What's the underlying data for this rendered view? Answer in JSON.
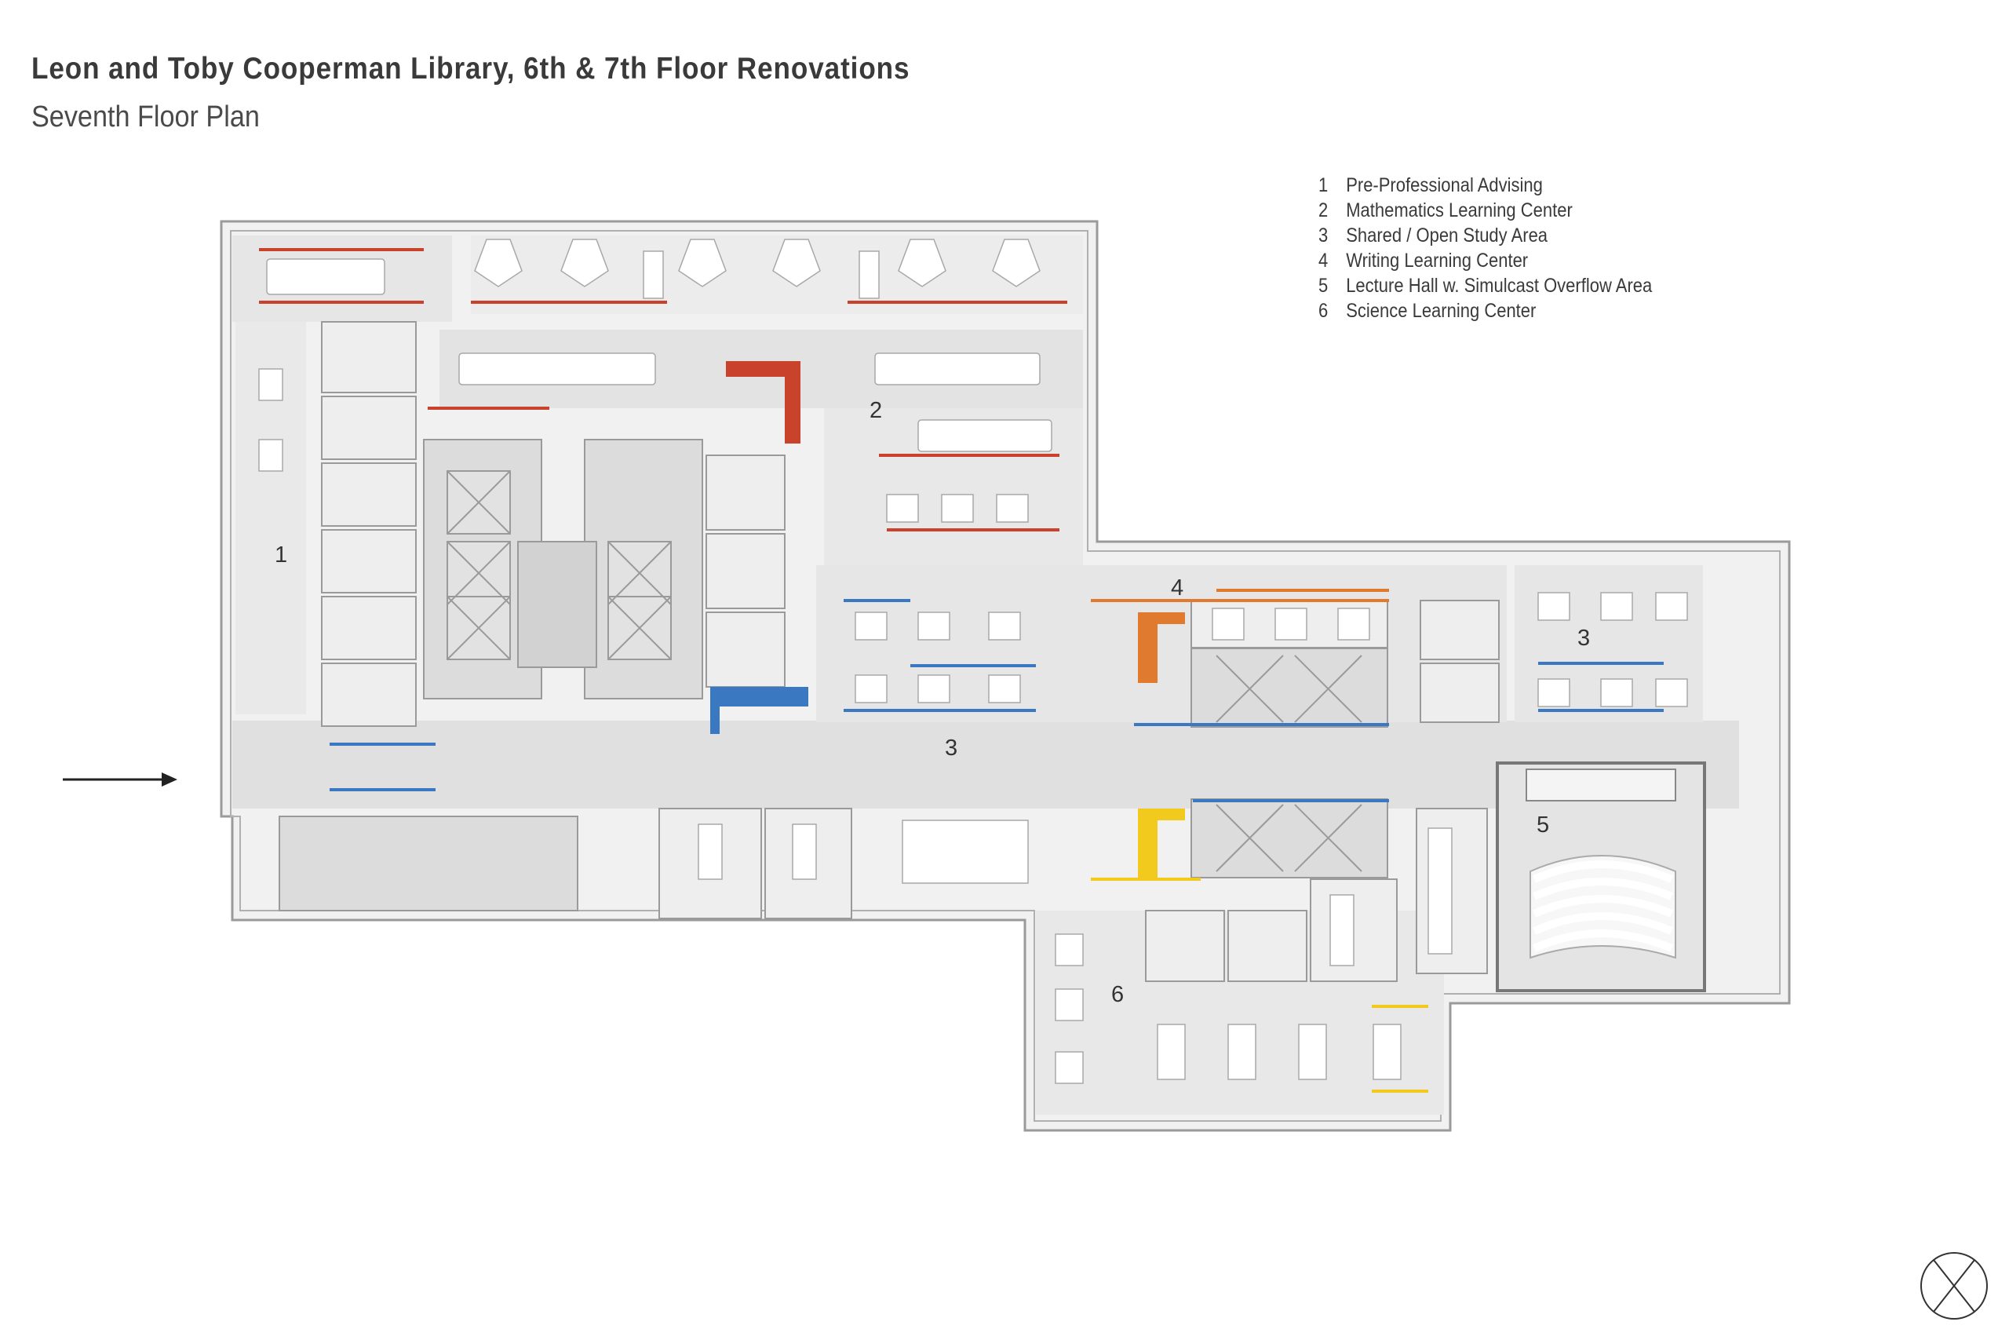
{
  "header": {
    "title": "Leon and Toby Cooperman Library, 6th & 7th Floor Renovations",
    "subtitle": "Seventh Floor Plan"
  },
  "legend": [
    {
      "num": "1",
      "label": "Pre-Professional Advising"
    },
    {
      "num": "2",
      "label": "Mathematics Learning Center"
    },
    {
      "num": "3",
      "label": "Shared / Open Study Area"
    },
    {
      "num": "4",
      "label": "Writing Learning Center"
    },
    {
      "num": "5",
      "label": "Lecture Hall w. Simulcast Overflow Area"
    },
    {
      "num": "6",
      "label": "Science Learning Center"
    }
  ],
  "room_numbers": {
    "r1": "1",
    "r2": "2",
    "r3a": "3",
    "r3b": "3",
    "r4": "4",
    "r5": "5",
    "r6": "6"
  },
  "colors": {
    "floor": "#e3e3e3",
    "room": "#ececec",
    "wall": "#9a9a9a",
    "furniture": "#ffffff",
    "math_accent": "#c9432c",
    "writing_accent": "#e07a2e",
    "shared_accent": "#3a78c2",
    "science_accent": "#f2c91d"
  }
}
